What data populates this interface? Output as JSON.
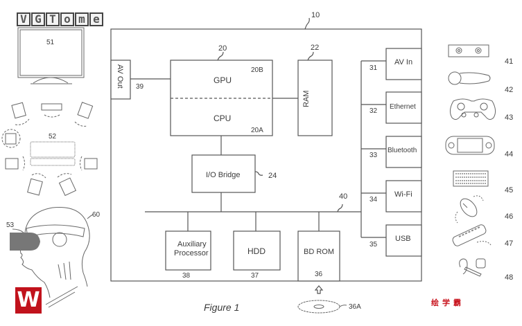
{
  "figure": {
    "caption": "Figure 1",
    "system_ref": "10",
    "components": {
      "av_out": {
        "label": "AV Out",
        "ref": "39"
      },
      "processor": {
        "ref": "20",
        "gpu_label": "GPU",
        "gpu_ref": "20B",
        "cpu_label": "CPU",
        "cpu_ref": "20A"
      },
      "ram": {
        "label": "RAM",
        "ref": "22"
      },
      "io_bridge": {
        "label": "I/O Bridge",
        "ref": "24"
      },
      "bus_ref": "40",
      "aux": {
        "label_line1": "Auxiliary",
        "label_line2": "Processor",
        "ref": "38"
      },
      "hdd": {
        "label": "HDD",
        "ref": "37"
      },
      "bd_rom": {
        "label": "BD ROM",
        "ref": "36"
      },
      "disc_ref": "36A"
    },
    "ports": [
      {
        "label": "AV In",
        "ref": "31"
      },
      {
        "label": "Ethernet",
        "ref": "32"
      },
      {
        "label": "Bluetooth",
        "ref": "33"
      },
      {
        "label": "Wi-Fi",
        "ref": "34"
      },
      {
        "label": "USB",
        "ref": "35"
      }
    ],
    "left_devices": {
      "tv_ref": "51",
      "speakers_ref": "52",
      "hmd_ref": "53",
      "user_ref": "60"
    },
    "peripherals": [
      {
        "name": "camera",
        "ref": "41"
      },
      {
        "name": "motion-controller",
        "ref": "42"
      },
      {
        "name": "gamepad",
        "ref": "43"
      },
      {
        "name": "handheld-console",
        "ref": "44"
      },
      {
        "name": "keyboard",
        "ref": "45"
      },
      {
        "name": "mouse",
        "ref": "46"
      },
      {
        "name": "remote-control",
        "ref": "47"
      },
      {
        "name": "headset",
        "ref": "48"
      }
    ]
  },
  "watermarks": {
    "vgtime_letters": [
      "V",
      "G",
      "T",
      "o",
      "m",
      "e"
    ],
    "w_logo": "W",
    "credit": "绘学霸",
    "accent_color": "#c1121c"
  }
}
